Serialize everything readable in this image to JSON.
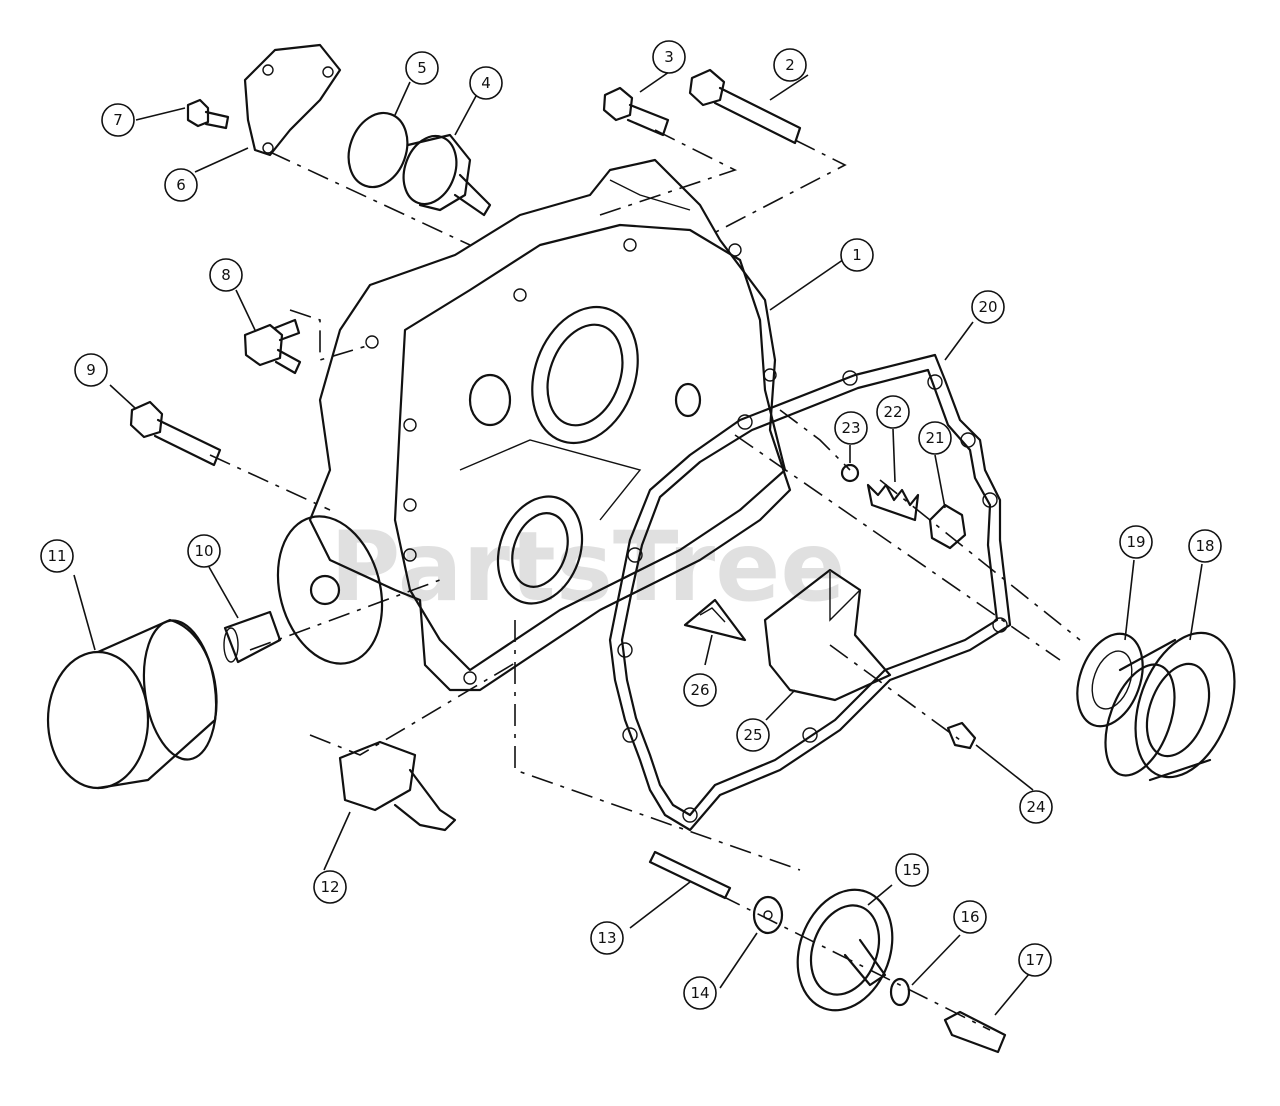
{
  "watermark": "PartsTree",
  "callouts": [
    {
      "id": "1",
      "label": "1"
    },
    {
      "id": "2",
      "label": "2"
    },
    {
      "id": "3",
      "label": "3"
    },
    {
      "id": "4",
      "label": "4"
    },
    {
      "id": "5",
      "label": "5"
    },
    {
      "id": "6",
      "label": "6"
    },
    {
      "id": "7",
      "label": "7"
    },
    {
      "id": "8",
      "label": "8"
    },
    {
      "id": "9",
      "label": "9"
    },
    {
      "id": "10",
      "label": "10"
    },
    {
      "id": "11",
      "label": "11"
    },
    {
      "id": "12",
      "label": "12"
    },
    {
      "id": "13",
      "label": "13"
    },
    {
      "id": "14",
      "label": "14"
    },
    {
      "id": "15",
      "label": "15"
    },
    {
      "id": "16",
      "label": "16"
    },
    {
      "id": "17",
      "label": "17"
    },
    {
      "id": "18",
      "label": "18"
    },
    {
      "id": "19",
      "label": "19"
    },
    {
      "id": "20",
      "label": "20"
    },
    {
      "id": "21",
      "label": "21"
    },
    {
      "id": "22",
      "label": "22"
    },
    {
      "id": "23",
      "label": "23"
    },
    {
      "id": "24",
      "label": "24"
    },
    {
      "id": "25",
      "label": "25"
    },
    {
      "id": "26",
      "label": "26"
    }
  ]
}
